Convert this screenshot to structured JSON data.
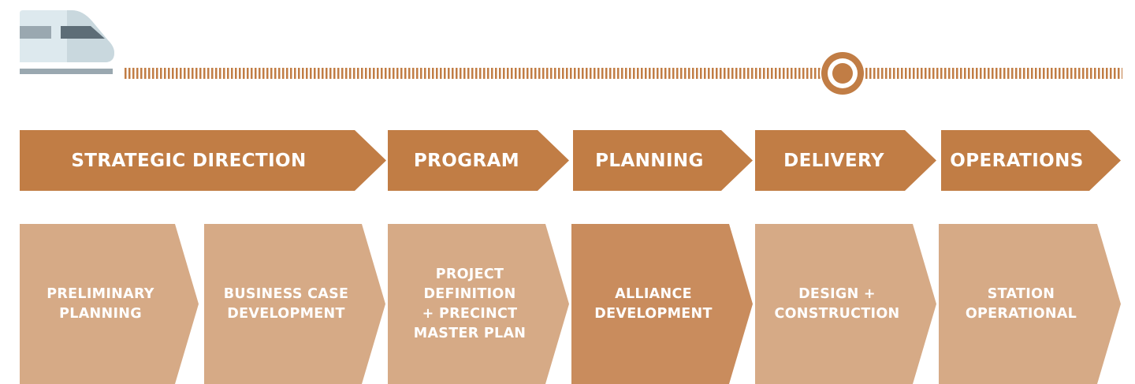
{
  "colors": {
    "phase": "#c17d45",
    "stage": "#d6aa86",
    "stage_active": "#c98c5d",
    "track": "#c17d45",
    "train_body": "#dce8ec",
    "train_window": "#5d6d77"
  },
  "icons": {
    "train": "train-icon",
    "marker": "current-position-marker-icon"
  },
  "phases": [
    {
      "label": "STRATEGIC DIRECTION"
    },
    {
      "label": "PROGRAM"
    },
    {
      "label": "PLANNING"
    },
    {
      "label": "DELIVERY"
    },
    {
      "label": "OPERATIONS"
    }
  ],
  "stages": [
    {
      "label": "PRELIMINARY\nPLANNING",
      "active": false
    },
    {
      "label": "BUSINESS CASE\nDEVELOPMENT",
      "active": false
    },
    {
      "label": "PROJECT\nDEFINITION\n+ PRECINCT\nMASTER PLAN",
      "active": false
    },
    {
      "label": "ALLIANCE\nDEVELOPMENT",
      "active": true
    },
    {
      "label": "DESIGN +\nCONSTRUCTION",
      "active": false
    },
    {
      "label": "STATION\nOPERATIONAL",
      "active": false
    }
  ]
}
